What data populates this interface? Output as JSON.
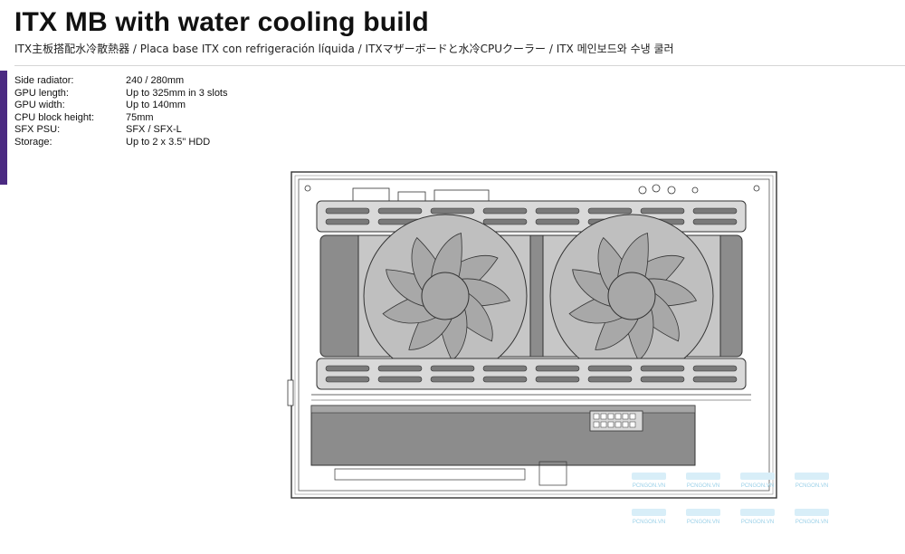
{
  "header": {
    "title": "ITX MB with water cooling build",
    "subtitle": "ITX主板搭配水冷散熱器 / Placa base ITX con refrigeración líquida / ITXマザーボードと水冷CPUクーラー / ITX 메인보드와 수냉 쿨러"
  },
  "specs": [
    {
      "label": "Side radiator:",
      "value": "240 / 280mm"
    },
    {
      "label": "GPU length:",
      "value": "Up to 325mm in 3 slots"
    },
    {
      "label": "GPU width:",
      "value": "Up to 140mm"
    },
    {
      "label": "CPU block height:",
      "value": "75mm"
    },
    {
      "label": "SFX PSU:",
      "value": "SFX / SFX-L"
    },
    {
      "label": "Storage:",
      "value": "Up to 2 x 3.5\" HDD"
    }
  ],
  "watermark": {
    "text": "PCNGON.VN"
  },
  "colors": {
    "accent": "#4b2a82",
    "line": "#333333",
    "panel": "#8c8c8c",
    "fan": "#a8a8a8"
  }
}
